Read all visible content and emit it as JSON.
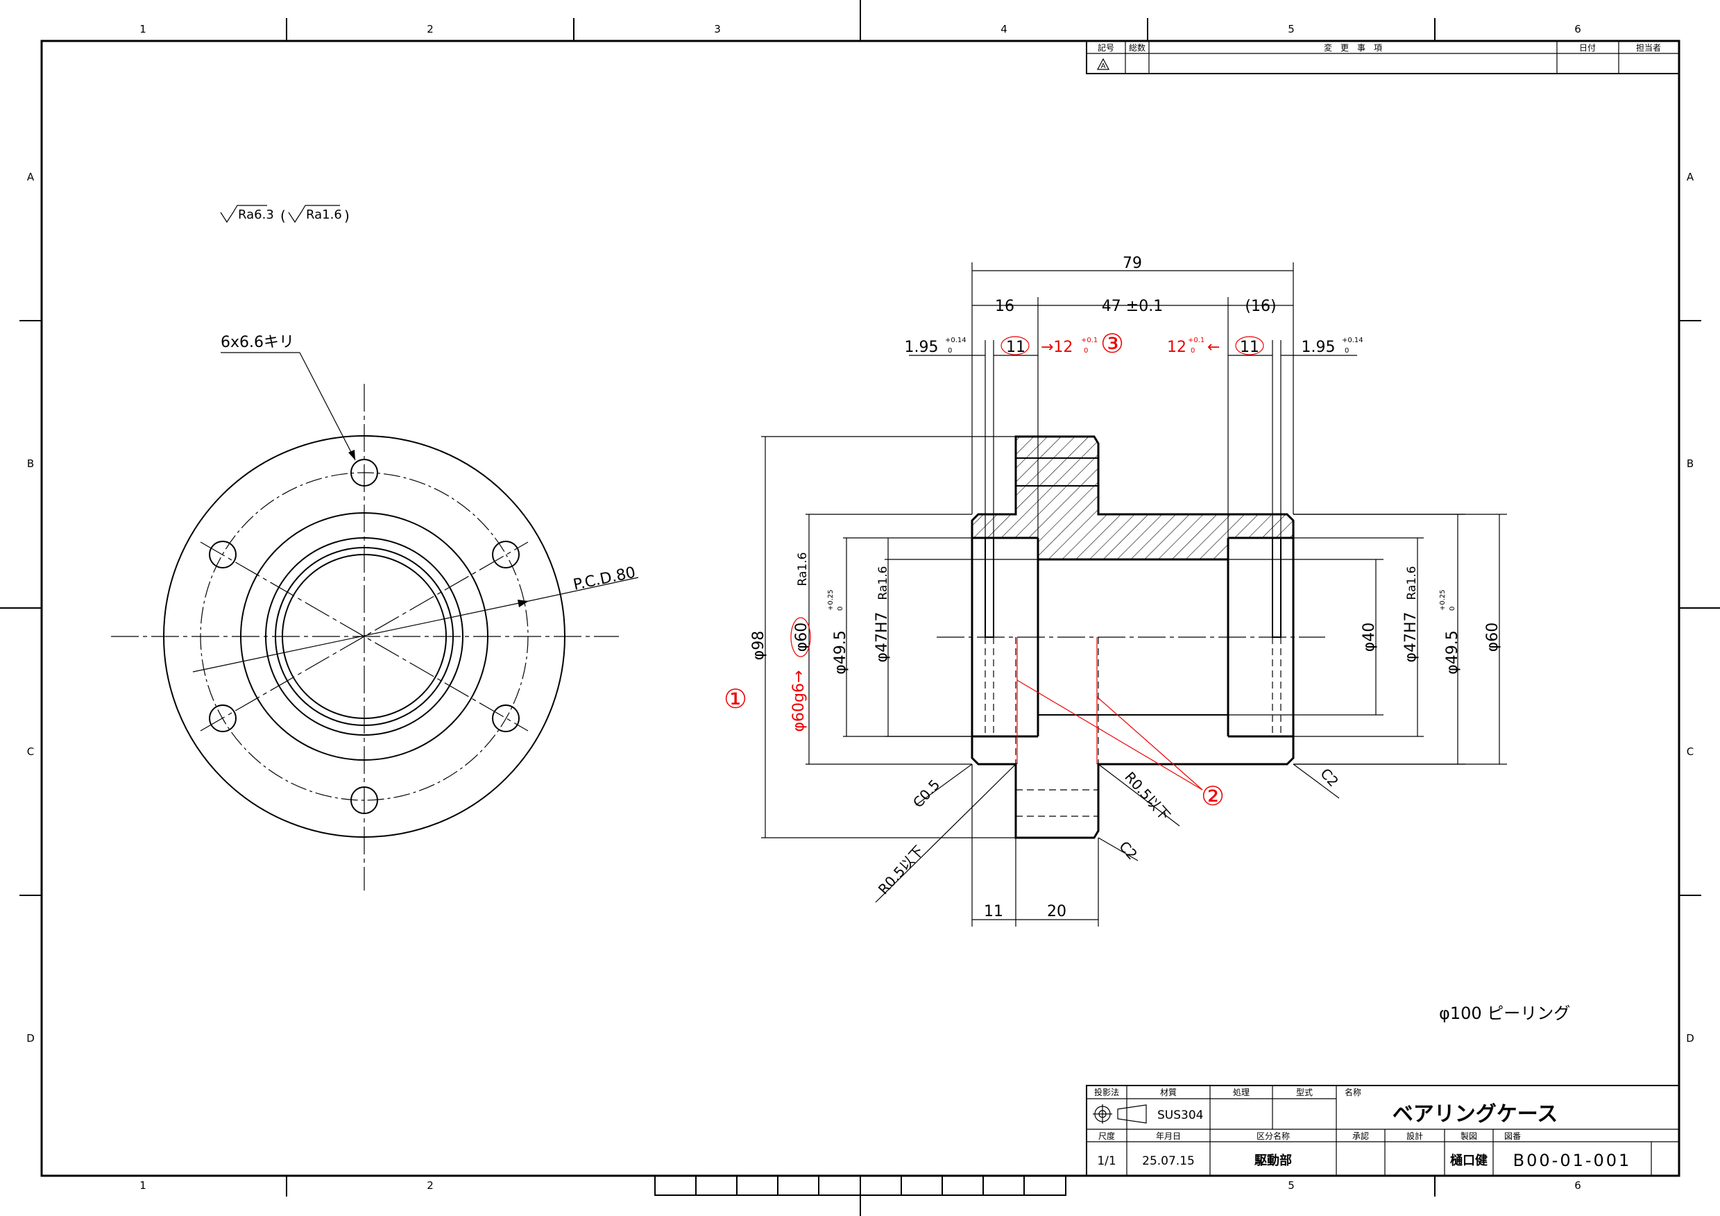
{
  "frame": {
    "zones_top": [
      "1",
      "2",
      "3",
      "4",
      "5",
      "6"
    ],
    "zones_bottom": [
      "1",
      "2",
      "5",
      "6"
    ],
    "zones_side": [
      "A",
      "B",
      "C",
      "D"
    ]
  },
  "revision_table": {
    "headers": [
      "記号",
      "総数",
      "変　更　事　項",
      "日付",
      "担当者"
    ],
    "mark": "A"
  },
  "surface_finish": {
    "general": "Ra6.3",
    "open_paren": "(",
    "special": "Ra1.6",
    "close_paren": ")"
  },
  "front_view": {
    "hole_note": "6x6.6キリ",
    "pcd_note": "P.C.D.80"
  },
  "section_view": {
    "dims_top": {
      "overall": "79",
      "left": "16",
      "middle": "47 ±0.1",
      "right": "(16)"
    },
    "groove": {
      "left_pos": "1.95",
      "left_tol_upper": "+0.14",
      "left_tol_lower": "0",
      "left_width": "11",
      "red_left": "→12",
      "red_left_tol_upper": "+0.1",
      "red_left_tol_lower": "0",
      "marker3": "③",
      "red_right": "12",
      "red_right_tol_upper": "+0.1",
      "red_right_tol_lower": "0",
      "red_right_arrow": "←",
      "right_width": "11",
      "right_pos": "1.95",
      "right_tol_upper": "+0.14",
      "right_tol_lower": "0"
    },
    "dims_left": {
      "d98": "φ98",
      "d60": "φ60",
      "d60_finish": "Ra1.6",
      "d60_red": "φ60g6→",
      "marker1": "①",
      "d49": "φ49.5",
      "d49_tol_upper": "+0.25",
      "d49_tol_lower": "0",
      "d47": "φ47H7",
      "d47_finish": "Ra1.6"
    },
    "dims_right": {
      "d40": "φ40",
      "d47": "φ47H7",
      "d47_finish": "Ra1.6",
      "d49": "φ49.5",
      "d49_tol_upper": "+0.25",
      "d49_tol_lower": "0",
      "d60": "φ60"
    },
    "notes": {
      "c05": "C0.5",
      "r05_left": "R0.5以下",
      "r05_right": "R0.5以下",
      "c2_right": "C2",
      "c2_bottom": "C2",
      "marker2": "②"
    },
    "dims_bottom": {
      "left": "11",
      "right": "20"
    }
  },
  "part_note": "φ100 ピーリング",
  "title_block": {
    "headers_row1": [
      "投影法",
      "材質",
      "処理",
      "型式",
      "名称"
    ],
    "material": "SUS304",
    "name": "ベアリングケース",
    "headers_row3": [
      "尺度",
      "年月日",
      "区分名称",
      "承認",
      "設計",
      "製図",
      "図番"
    ],
    "scale": "1/1",
    "date": "25.07.15",
    "category": "駆動部",
    "drafter": "樋口健",
    "drawing_number": "B00-01-001"
  },
  "colors": {
    "ink": "#000000",
    "markup": "#e00000"
  }
}
